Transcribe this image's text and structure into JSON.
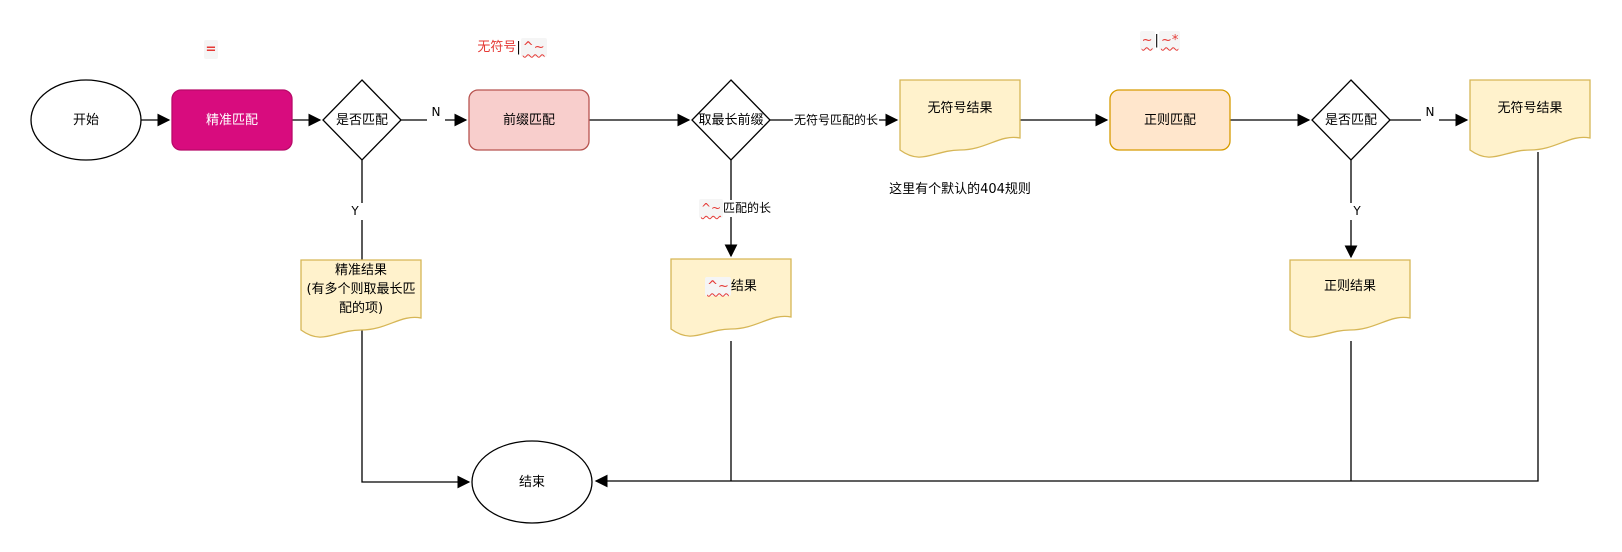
{
  "colors": {
    "exact_match_fill": "#d80c7e",
    "exact_match_stroke": "#b80a69",
    "exact_match_text": "#ffffff",
    "prefix_match_fill": "#f8cecc",
    "prefix_match_stroke": "#b85450",
    "regex_match_fill": "#ffe6cc",
    "regex_match_stroke": "#d79b00",
    "document_fill": "#fff2cc",
    "document_stroke": "#d6b656",
    "annotation_red": "#e53935",
    "line": "#000000"
  },
  "nodes": {
    "start": "开始",
    "exact_match": "精准匹配",
    "exact_decision": "是否匹配",
    "prefix_match": "前缀匹配",
    "longest_prefix_decision": "取最长前缀",
    "plain_result_mid": "无符号结果",
    "regex_match": "正则匹配",
    "regex_decision": "是否匹配",
    "plain_result_right": "无符号结果",
    "exact_result_lines": [
      "精准结果",
      "(有多个则取最长匹",
      "配的项)"
    ],
    "caret_result": {
      "code": "^~",
      "text": "结果"
    },
    "regex_result": "正则结果",
    "end": "结束"
  },
  "edge_labels": {
    "n_after_exact": "N",
    "y_after_exact": "Y",
    "plain_match_length": "无符号匹配的长",
    "caret_match_length": {
      "code": "^~",
      "text": "匹配的长"
    },
    "n_after_regex": "N",
    "y_after_regex": "Y"
  },
  "annotations": {
    "exact_operator": "=",
    "prefix_operators": {
      "lead": "无符号",
      "sep": "|",
      "code": "^~"
    },
    "regex_operators": {
      "code1": "~",
      "sep": "|",
      "code2": "~*"
    },
    "default_rule_note": "这里有个默认的404规则"
  }
}
